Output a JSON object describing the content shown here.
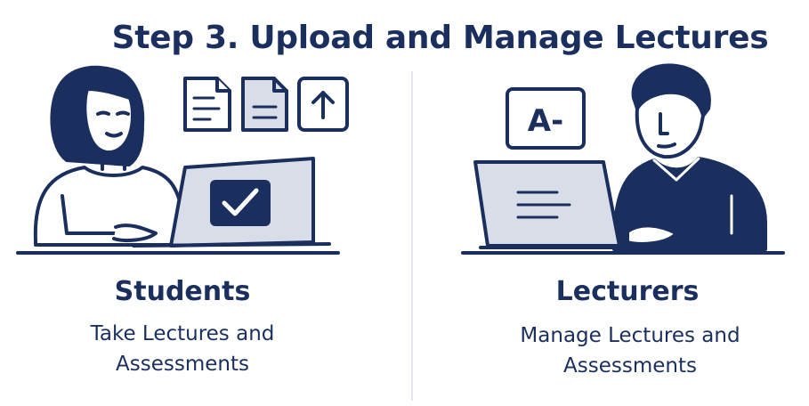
{
  "title": "Step 3. Upload and Manage Lectures",
  "students": {
    "heading": "Students",
    "description": "Take Lectures and Assessments"
  },
  "lecturers": {
    "heading": "Lecturers",
    "description": "Manage Lectures and Assessments",
    "grade_label": "A-"
  },
  "colors": {
    "navy": "#1b2f5e",
    "light_fill": "#d9dde8",
    "divider": "#e4e7ee"
  },
  "icons": {
    "doc1": "document-icon",
    "doc2": "document-icon",
    "upload": "upload-icon",
    "check": "checkmark-icon"
  }
}
